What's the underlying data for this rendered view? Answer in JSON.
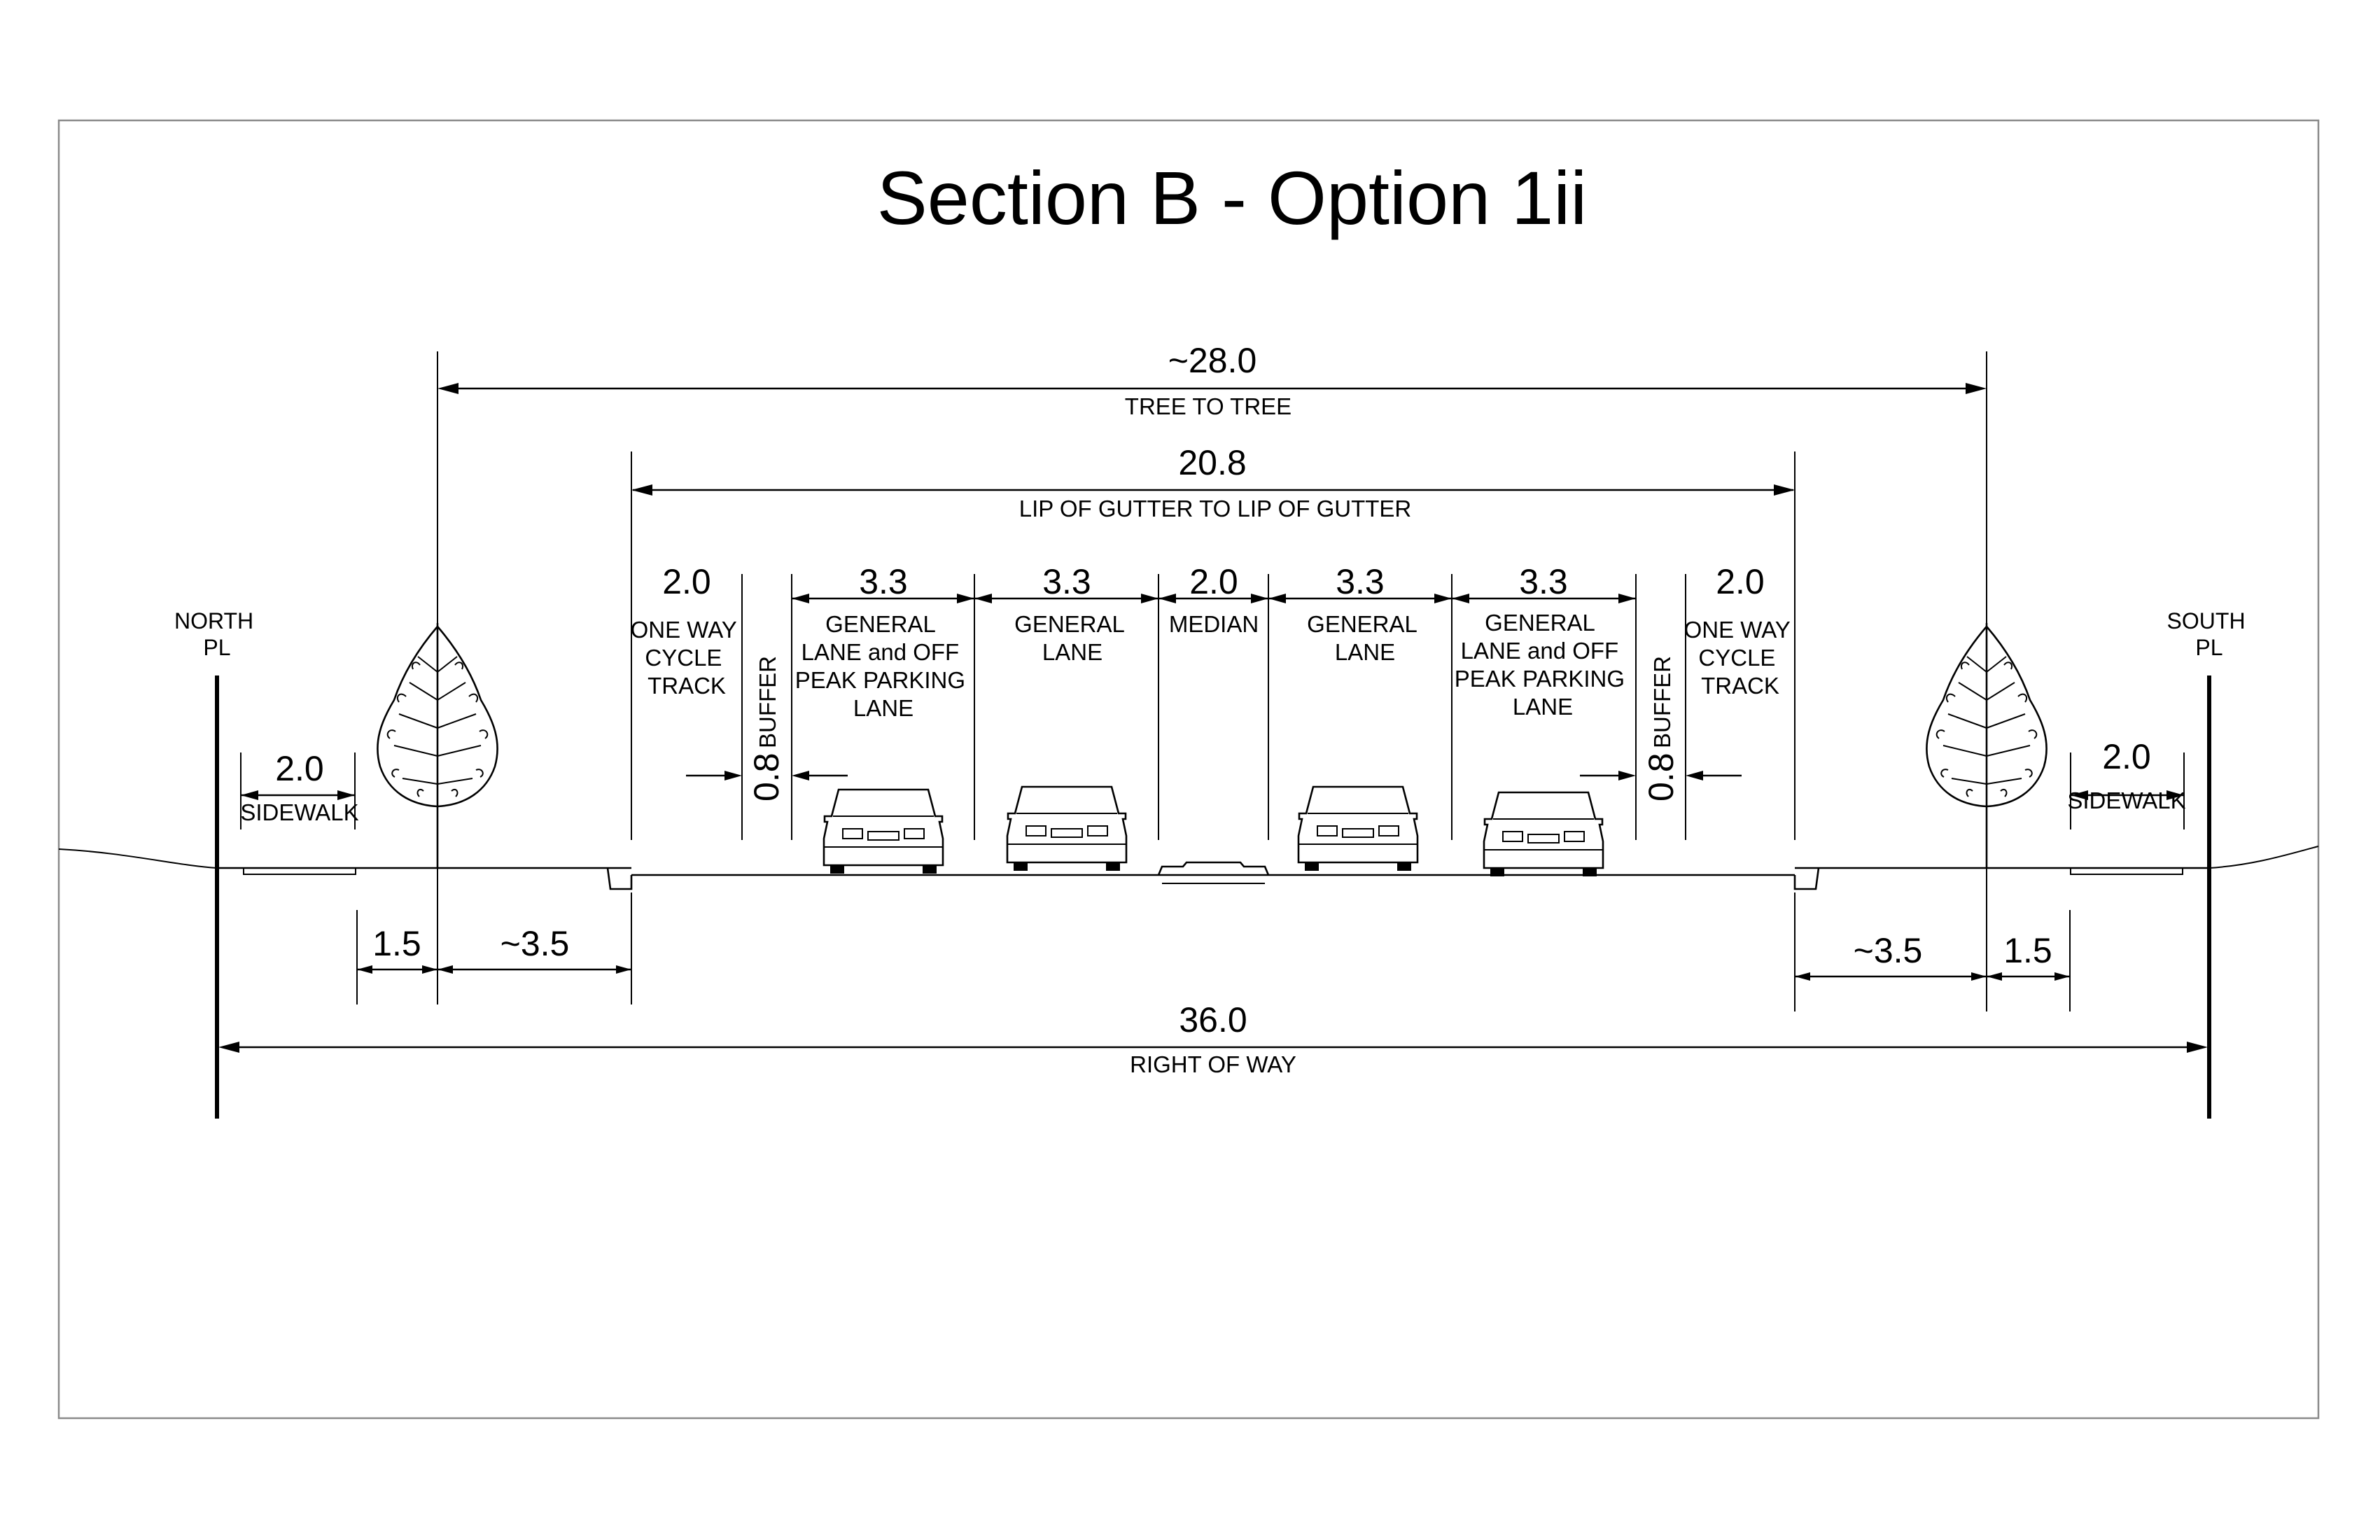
{
  "title": "Section B - Option 1ii",
  "property_lines": {
    "north": [
      "NORTH",
      "PL"
    ],
    "south": [
      "SOUTH",
      "PL"
    ]
  },
  "overall_dimensions": {
    "tree_to_tree": {
      "value": "~28.0",
      "label": "TREE TO TREE"
    },
    "lip_to_lip": {
      "value": "20.8",
      "label": "LIP OF GUTTER TO LIP OF GUTTER"
    },
    "right_of_way": {
      "value": "36.0",
      "label": "RIGHT OF WAY"
    }
  },
  "lanes": [
    {
      "value": "2.0",
      "label_lines": [
        "ONE WAY",
        "CYCLE",
        "TRACK"
      ]
    },
    {
      "value": "3.3",
      "label_lines": [
        "GENERAL",
        "LANE and OFF",
        "PEAK PARKING",
        "LANE"
      ]
    },
    {
      "value": "3.3",
      "label_lines": [
        "GENERAL",
        "LANE"
      ]
    },
    {
      "value": "2.0",
      "label_lines": [
        "MEDIAN"
      ]
    },
    {
      "value": "3.3",
      "label_lines": [
        "GENERAL",
        "LANE"
      ]
    },
    {
      "value": "3.3",
      "label_lines": [
        "GENERAL",
        "LANE and OFF",
        "PEAK PARKING",
        "LANE"
      ]
    },
    {
      "value": "2.0",
      "label_lines": [
        "ONE WAY",
        "CYCLE",
        "TRACK"
      ]
    }
  ],
  "buffers": [
    {
      "value": "0.8",
      "label": "BUFFER"
    },
    {
      "value": "0.8",
      "label": "BUFFER"
    }
  ],
  "sidewalks": [
    {
      "value": "2.0",
      "label": "SIDEWALK"
    },
    {
      "value": "2.0",
      "label": "SIDEWALK"
    }
  ],
  "lower_dimensions": {
    "north_furnishing": "1.5",
    "north_boulevard": "~3.5",
    "south_boulevard": "~3.5",
    "south_furnishing": "1.5"
  }
}
